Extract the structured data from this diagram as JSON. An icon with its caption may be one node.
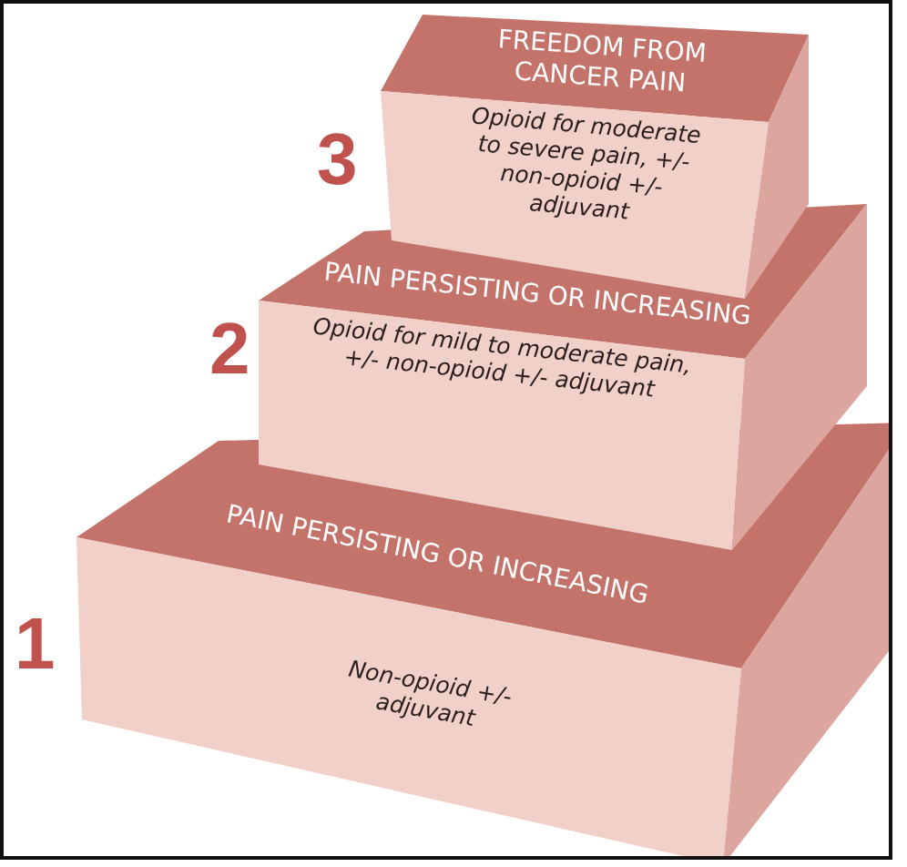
{
  "diagram": {
    "nodes": [
      {
        "text": [
          "FREEDOM FROM CANCER PAIN",
          "Opioid for moderate to severe pain, +/- non-opioid +/- adjuvant"
        ],
        "beside": [
          "3"
        ]
      },
      {
        "text": [
          "PAIN PERSISTING OR INCREASING",
          "Opioid for mild to moderate pain, +/- non-opioid +/- adjuvant"
        ],
        "beside": [
          "2"
        ]
      },
      {
        "text": [
          "PAIN PERSISTING OR INCREASING",
          "Non-opioid +/- adjuvant"
        ],
        "beside": [
          "1"
        ]
      }
    ],
    "edges": []
  }
}
